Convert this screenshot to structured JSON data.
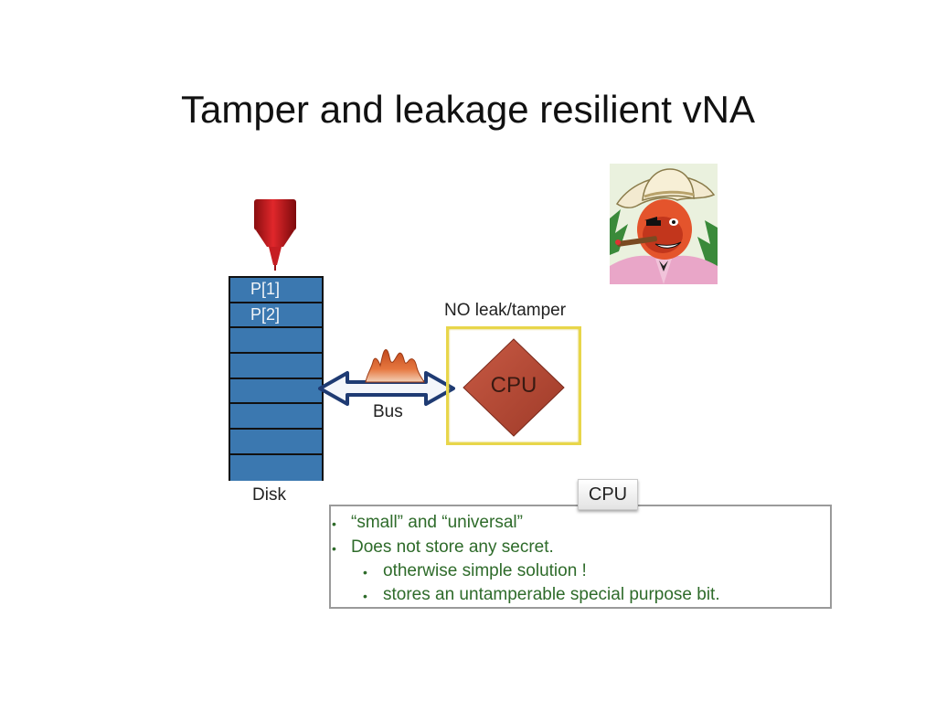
{
  "slide": {
    "title": "Tamper and leakage resilient vNA"
  },
  "diagram": {
    "disk_rows": [
      "P[1]",
      "P[2]",
      "",
      "",
      "",
      "",
      "",
      ""
    ],
    "disk_label": "Disk",
    "bus_label": "Bus",
    "cpu_label": "CPU",
    "cpu_note": "NO leak/tamper",
    "probe_icon": "red-probe-icon",
    "adversary_icon": "cowboy-villain-icon",
    "leak_icon": "leakage-blob-icon"
  },
  "callout": {
    "tag": "CPU",
    "items": [
      {
        "level": 1,
        "text": "“small” and “universal”"
      },
      {
        "level": 1,
        "text": "Does not store any secret."
      },
      {
        "level": 2,
        "text": "otherwise simple solution !"
      },
      {
        "level": 2,
        "text": "stores an untamperable special purpose bit."
      }
    ]
  },
  "colors": {
    "disk": "#3b78b0",
    "cpu": "#b54a35",
    "cpu_frame": "#e8d64a",
    "bullet_text": "#2e6b2a",
    "bus_arrow": "#1f3b73"
  }
}
